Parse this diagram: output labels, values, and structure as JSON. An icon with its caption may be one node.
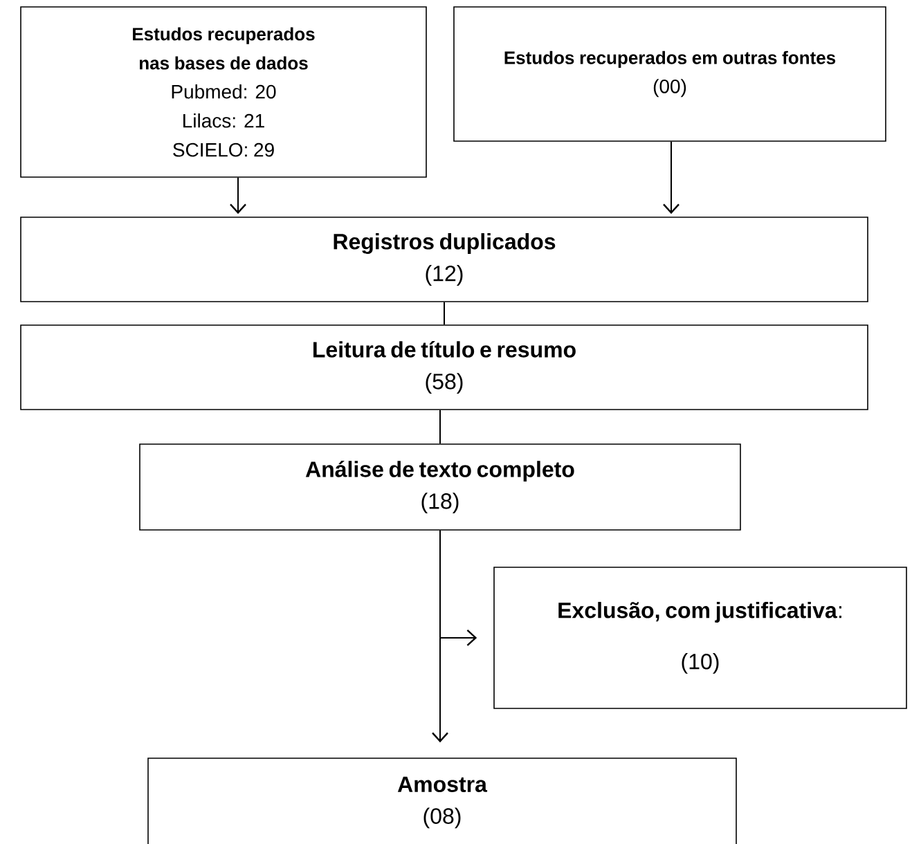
{
  "diagram": {
    "nodes": [
      {
        "text": [
          "Estudos recuperados nas bases de dados",
          "Pubmed: 20",
          "Lilacs: 21",
          "SCIELO: 29"
        ]
      },
      {
        "text": [
          "Estudos recuperados em outras fontes",
          "(00)"
        ]
      },
      {
        "text": [
          "Registros duplicados",
          "(12)"
        ]
      },
      {
        "text": [
          "Leitura de título e resumo",
          "(58)"
        ]
      },
      {
        "text": [
          "Análise de texto completo",
          "(18)"
        ]
      },
      {
        "text": [
          "**Exclusão, com justificativa**:",
          "(10)"
        ]
      },
      {
        "text": [
          "Amostra",
          "(08)"
        ]
      }
    ],
    "edges": [
      {
        "from": 0,
        "to": 2,
        "arrow": "to"
      },
      {
        "from": 1,
        "to": 2,
        "arrow": "to"
      },
      {
        "from": 2,
        "to": 3,
        "arrow": "none"
      },
      {
        "from": 3,
        "to": 4,
        "arrow": "none"
      },
      {
        "from": 4,
        "to": 5,
        "arrow": "to"
      },
      {
        "from": 4,
        "to": 6,
        "arrow": "to"
      }
    ]
  }
}
